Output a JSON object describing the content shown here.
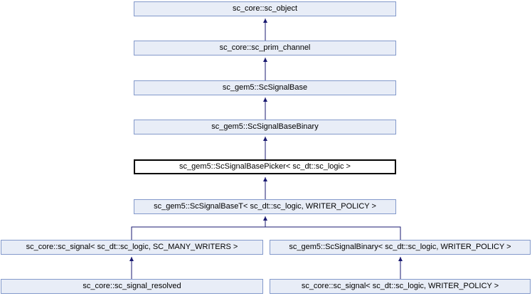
{
  "diagram": {
    "kind": "class-inheritance-graph",
    "background": "#ffffff",
    "colors": {
      "node_fill": "#e8edf7",
      "node_border": "#8399cb",
      "current_node_fill": "#ffffff",
      "current_node_border": "#000000",
      "edge": "#191970",
      "text": "#000000"
    },
    "nodes": [
      {
        "id": "sc_object",
        "label": "sc_core::sc_object",
        "current": false
      },
      {
        "id": "sc_prim_channel",
        "label": "sc_core::sc_prim_channel",
        "current": false
      },
      {
        "id": "ScSignalBase",
        "label": "sc_gem5::ScSignalBase",
        "current": false
      },
      {
        "id": "ScSignalBaseBinary",
        "label": "sc_gem5::ScSignalBaseBinary",
        "current": false
      },
      {
        "id": "ScSignalBasePicker",
        "label": "sc_gem5::ScSignalBasePicker< sc_dt::sc_logic >",
        "current": true
      },
      {
        "id": "ScSignalBaseT",
        "label": "sc_gem5::ScSignalBaseT< sc_dt::sc_logic, WRITER_POLICY >",
        "current": false
      },
      {
        "id": "sc_signal_many_writers",
        "label": "sc_core::sc_signal< sc_dt::sc_logic, SC_MANY_WRITERS >",
        "current": false
      },
      {
        "id": "ScSignalBinary",
        "label": "sc_gem5::ScSignalBinary< sc_dt::sc_logic, WRITER_POLICY >",
        "current": false
      },
      {
        "id": "sc_signal_resolved",
        "label": "sc_core::sc_signal_resolved",
        "current": false
      },
      {
        "id": "sc_signal_writer_policy",
        "label": "sc_core::sc_signal< sc_dt::sc_logic, WRITER_POLICY >",
        "current": false
      }
    ],
    "edges": [
      {
        "from": "sc_prim_channel",
        "to": "sc_object"
      },
      {
        "from": "ScSignalBase",
        "to": "sc_prim_channel"
      },
      {
        "from": "ScSignalBaseBinary",
        "to": "ScSignalBase"
      },
      {
        "from": "ScSignalBasePicker",
        "to": "ScSignalBaseBinary"
      },
      {
        "from": "ScSignalBaseT",
        "to": "ScSignalBasePicker"
      },
      {
        "from": "sc_signal_many_writers",
        "to": "ScSignalBaseT"
      },
      {
        "from": "ScSignalBinary",
        "to": "ScSignalBaseT"
      },
      {
        "from": "sc_signal_resolved",
        "to": "sc_signal_many_writers"
      },
      {
        "from": "sc_signal_writer_policy",
        "to": "ScSignalBinary"
      }
    ]
  }
}
